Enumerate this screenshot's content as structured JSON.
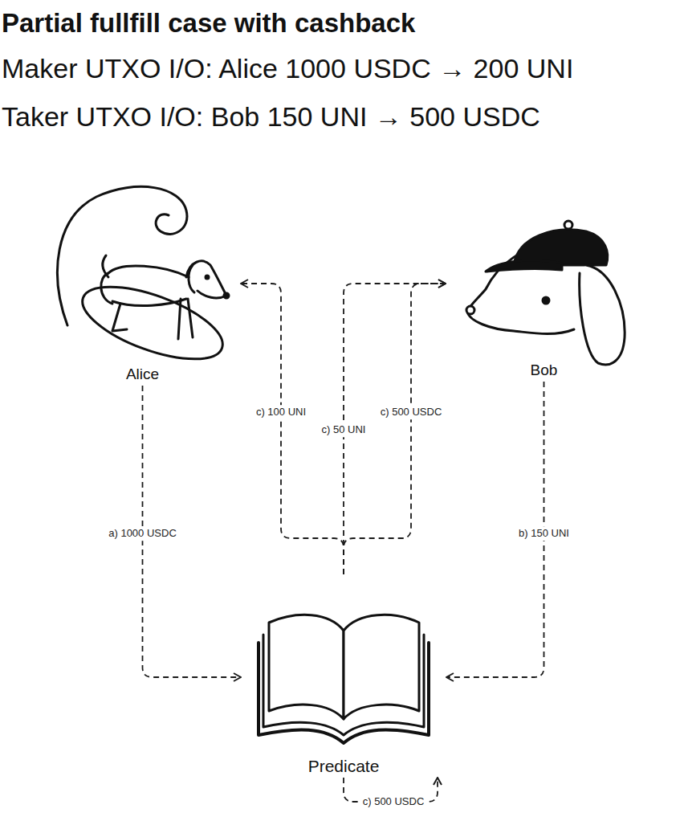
{
  "diagram": {
    "title": "Partial fullfill case with cashback",
    "nodes": [
      {
        "text": [
          "Alice"
        ]
      },
      {
        "text": [
          "Bob"
        ]
      },
      {
        "text": [
          "Predicate"
        ]
      }
    ],
    "edges": [
      {
        "from": 0,
        "to": 2,
        "arrow": "to",
        "label": "a) 1000 USDC"
      },
      {
        "from": 1,
        "to": 2,
        "arrow": "to",
        "label": "b) 150 UNI"
      },
      {
        "from": 2,
        "to": 0,
        "arrow": "to",
        "label": "c) 100 UNI"
      },
      {
        "from": 2,
        "to": 1,
        "arrow": "to",
        "label": "c) 50 UNI"
      },
      {
        "from": 2,
        "to": 1,
        "arrow": "to",
        "label": "c) 500 USDC"
      },
      {
        "from": 2,
        "to": 2,
        "arrow": "to",
        "label": "c) 500 USDC"
      }
    ],
    "labels": [
      "Maker UTXO I/O: Alice 1000 USDC → 200 UNI",
      "Taker UTXO I/O: Bob 150 UNI → 500 USDC"
    ]
  }
}
